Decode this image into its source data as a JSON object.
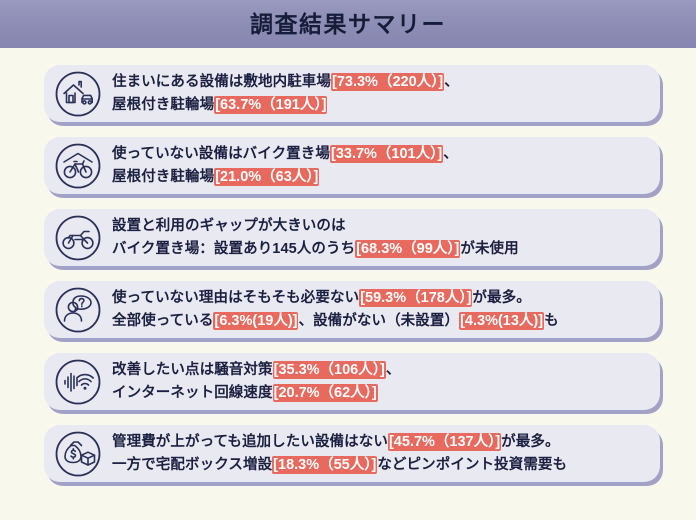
{
  "header": {
    "title": "調査結果サマリー"
  },
  "colors": {
    "background": "#f8f8ec",
    "header_bar": "#8c8cb4",
    "card_background": "#e9e9f2",
    "card_shadow": "#a2a2c6",
    "text": "#1b2040",
    "highlight": "#e8695e",
    "highlight_text": "#ffffff",
    "icon_stroke": "#2a3158"
  },
  "rows": [
    {
      "icon": "house-with-car-icon",
      "lines": [
        [
          {
            "t": "plain",
            "text": "住まいにある設備は敷地内駐車場"
          },
          {
            "t": "hl",
            "text": "[73.3%（220人）]"
          },
          {
            "t": "plain",
            "text": "、"
          }
        ],
        [
          {
            "t": "plain",
            "text": "屋根付き駐輪場"
          },
          {
            "t": "hl",
            "text": "[63.7%（191人）]"
          }
        ]
      ]
    },
    {
      "icon": "bicycle-under-roof-icon",
      "lines": [
        [
          {
            "t": "plain",
            "text": "使っていない設備はバイク置き場"
          },
          {
            "t": "hl",
            "text": "[33.7%（101人）]"
          },
          {
            "t": "plain",
            "text": "、"
          }
        ],
        [
          {
            "t": "plain",
            "text": "屋根付き駐輪場"
          },
          {
            "t": "hl",
            "text": "[21.0%（63人）]"
          }
        ]
      ]
    },
    {
      "icon": "motorcycle-icon",
      "lines": [
        [
          {
            "t": "plain",
            "text": "設置と利用のギャップが大きいのは"
          }
        ],
        [
          {
            "t": "plain",
            "text": "バイク置き場：設置あり145人のうち"
          },
          {
            "t": "hl",
            "text": "[68.3%（99人）]"
          },
          {
            "t": "plain",
            "text": "が未使用"
          }
        ]
      ]
    },
    {
      "icon": "person-question-icon",
      "lines": [
        [
          {
            "t": "plain",
            "text": "使っていない理由はそもそも必要ない"
          },
          {
            "t": "hl",
            "text": "[59.3%（178人）]"
          },
          {
            "t": "plain",
            "text": "が最多。"
          }
        ],
        [
          {
            "t": "plain",
            "text": "全部使っている"
          },
          {
            "t": "hl",
            "text": "[6.3%(19人)]"
          },
          {
            "t": "plain",
            "text": "、設備がない（未設置）"
          },
          {
            "t": "hl",
            "text": "[4.3%(13人)]"
          },
          {
            "t": "plain",
            "text": "も"
          }
        ]
      ]
    },
    {
      "icon": "sound-wifi-icon",
      "lines": [
        [
          {
            "t": "plain",
            "text": "改善したい点は騒音対策"
          },
          {
            "t": "hl",
            "text": "[35.3%（106人）]"
          },
          {
            "t": "plain",
            "text": "、"
          }
        ],
        [
          {
            "t": "plain",
            "text": "インターネット回線速度"
          },
          {
            "t": "hl",
            "text": "[20.7%（62人）]"
          }
        ]
      ]
    },
    {
      "icon": "money-bag-box-icon",
      "lines": [
        [
          {
            "t": "plain",
            "text": "管理費が上がっても追加したい設備はない"
          },
          {
            "t": "hl",
            "text": "[45.7%（137人）]"
          },
          {
            "t": "plain",
            "text": "が最多。"
          }
        ],
        [
          {
            "t": "plain",
            "text": "一方で宅配ボックス増設"
          },
          {
            "t": "hl",
            "text": "[18.3%（55人）]"
          },
          {
            "t": "plain",
            "text": "などピンポイント投資需要も"
          }
        ]
      ]
    }
  ]
}
